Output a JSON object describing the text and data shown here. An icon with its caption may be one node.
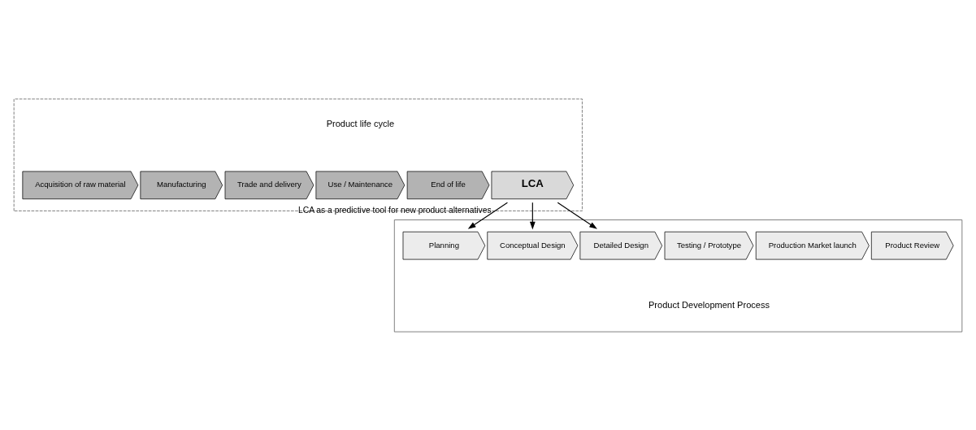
{
  "diagram": {
    "nodes": [
      {
        "text": [],
        "shape": "box"
      },
      {
        "text": [
          "Acquisition of raw material"
        ],
        "in": 0
      },
      {
        "text": [
          "Manufacturing"
        ],
        "in": 0
      },
      {
        "text": [
          "Trade and delivery"
        ],
        "in": 0
      },
      {
        "text": [
          "Use / Maintenance"
        ],
        "in": 0
      },
      {
        "text": [
          "End of life"
        ],
        "in": 0
      },
      {
        "text": [
          "LCA"
        ],
        "in": 0
      },
      {
        "text": [],
        "shape": "box"
      },
      {
        "text": [
          "Planning"
        ],
        "in": 7
      },
      {
        "text": [
          "Conceptual Design"
        ],
        "in": 7
      },
      {
        "text": [
          "Detailed Design"
        ],
        "in": 7
      },
      {
        "text": [
          "Testing / Prototype"
        ],
        "in": 7
      },
      {
        "text": [
          "Production Market launch"
        ],
        "in": 7
      },
      {
        "text": [
          "Product Review"
        ],
        "in": 7
      }
    ],
    "edges": [
      {
        "from": 6,
        "to": 8,
        "arrow": "to",
        "label": "LCA as a predictive tool for new product alternatives"
      },
      {
        "from": 6,
        "to": 9,
        "arrow": "to"
      },
      {
        "from": 6,
        "to": 10,
        "arrow": "to"
      }
    ],
    "labels": [
      "Product life cycle",
      "Product Development Process"
    ]
  }
}
